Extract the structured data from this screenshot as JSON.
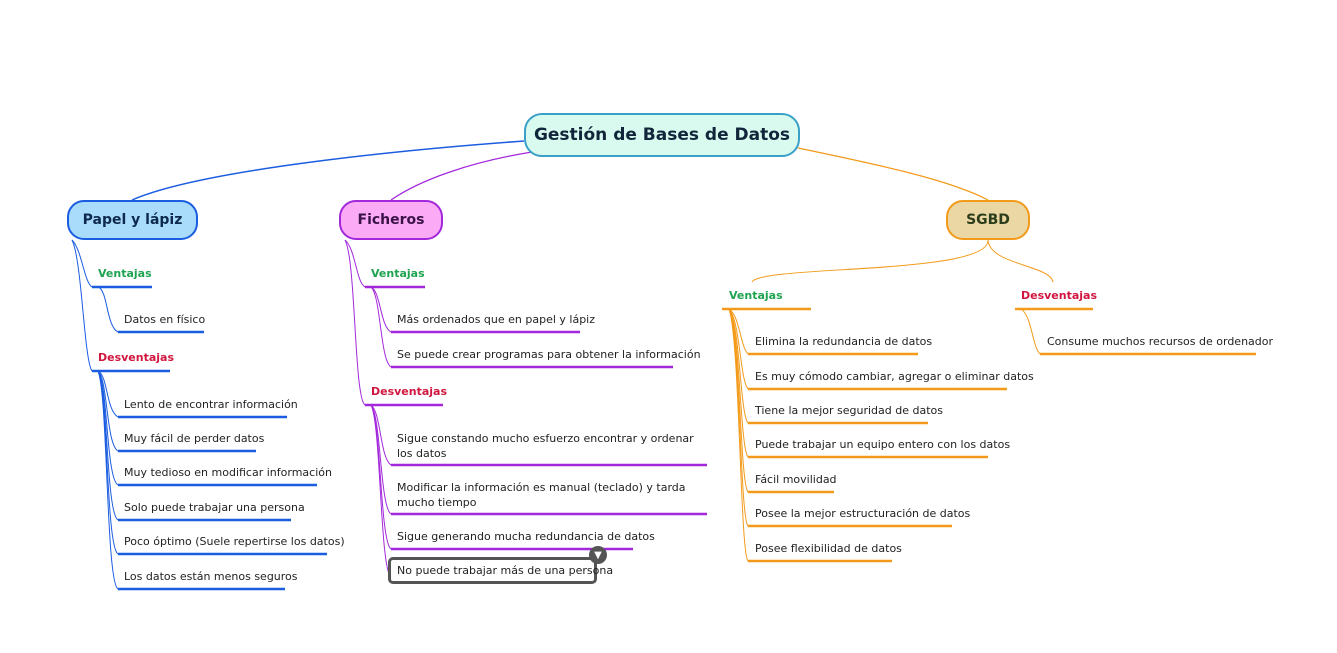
{
  "central": "Gestión de Bases de Datos",
  "branches": {
    "papel": {
      "title": "Papel y lápiz",
      "ventajas": "Ventajas",
      "ventajas_items": [
        "Datos en físico"
      ],
      "desventajas": "Desventajas",
      "desventajas_items": [
        "Lento de encontrar información",
        "Muy fácil de perder datos",
        "Muy tedioso en modificar información",
        "Solo puede trabajar una persona",
        "Poco óptimo (Suele repertirse los datos)",
        "Los datos están menos seguros"
      ]
    },
    "ficheros": {
      "title": "Ficheros",
      "ventajas": "Ventajas",
      "ventajas_items": [
        "Más ordenados que en papel y lápiz",
        "Se puede crear programas para obtener la información"
      ],
      "desventajas": "Desventajas",
      "desventajas_items": [
        "Sigue constando mucho esfuerzo  encontrar y ordenar los datos",
        "Modificar la información es manual (teclado) y tarda mucho tiempo",
        "Sigue generando mucha redundancia de datos",
        "No puede trabajar más de una persona"
      ]
    },
    "sgbd": {
      "title": "SGBD",
      "ventajas": "Ventajas",
      "ventajas_items": [
        "Elimina la redundancia de datos",
        "Es muy cómodo cambiar, agregar o eliminar datos",
        "Tiene la mejor seguridad de datos",
        "Puede trabajar un equipo entero con los datos",
        "Fácil movilidad",
        "Posee la mejor estructuración de datos",
        "Posee flexibilidad de datos"
      ],
      "desventajas": "Desventajas",
      "desventajas_items": [
        "Consume muchos recursos de ordenador"
      ]
    }
  },
  "colors": {
    "papel": "#1b5de0",
    "ficheros": "#a328db",
    "sgbd": "#f39a1a",
    "ventajas_label": "#1ea350",
    "desventajas_label": "#d1163f"
  }
}
